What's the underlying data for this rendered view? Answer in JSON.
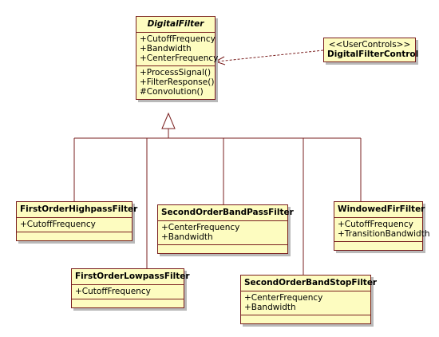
{
  "classes": {
    "digital_filter": {
      "name": "DigitalFilter",
      "attributes": [
        "+CutoffFrequency",
        "+Bandwidth",
        "+CenterFrequency"
      ],
      "operations": [
        "+ProcessSignal()",
        "+FilterResponse()",
        "#Convolution()"
      ]
    },
    "digital_filter_control": {
      "stereotype": "<<UserControls>>",
      "name": "DigitalFilterControl"
    },
    "first_order_highpass": {
      "name": "FirstOrderHighpassFilter",
      "attributes": [
        "+CutoffFrequency"
      ]
    },
    "first_order_lowpass": {
      "name": "FirstOrderLowpassFilter",
      "attributes": [
        "+CutoffFrequency"
      ]
    },
    "second_order_bandpass": {
      "name": "SecondOrderBandPassFilter",
      "attributes": [
        "+CenterFrequency",
        "+Bandwidth"
      ]
    },
    "second_order_bandstop": {
      "name": "SecondOrderBandStopFilter",
      "attributes": [
        "+CenterFrequency",
        "+Bandwidth"
      ]
    },
    "windowed_fir": {
      "name": "WindowedFirFilter",
      "attributes": [
        "+CutoffFrequency",
        "+TransitionBandwidth"
      ]
    }
  },
  "colors": {
    "class_fill": "#fdfcc0",
    "line": "#7a1f1f",
    "shadow": "#b9b9b9"
  }
}
